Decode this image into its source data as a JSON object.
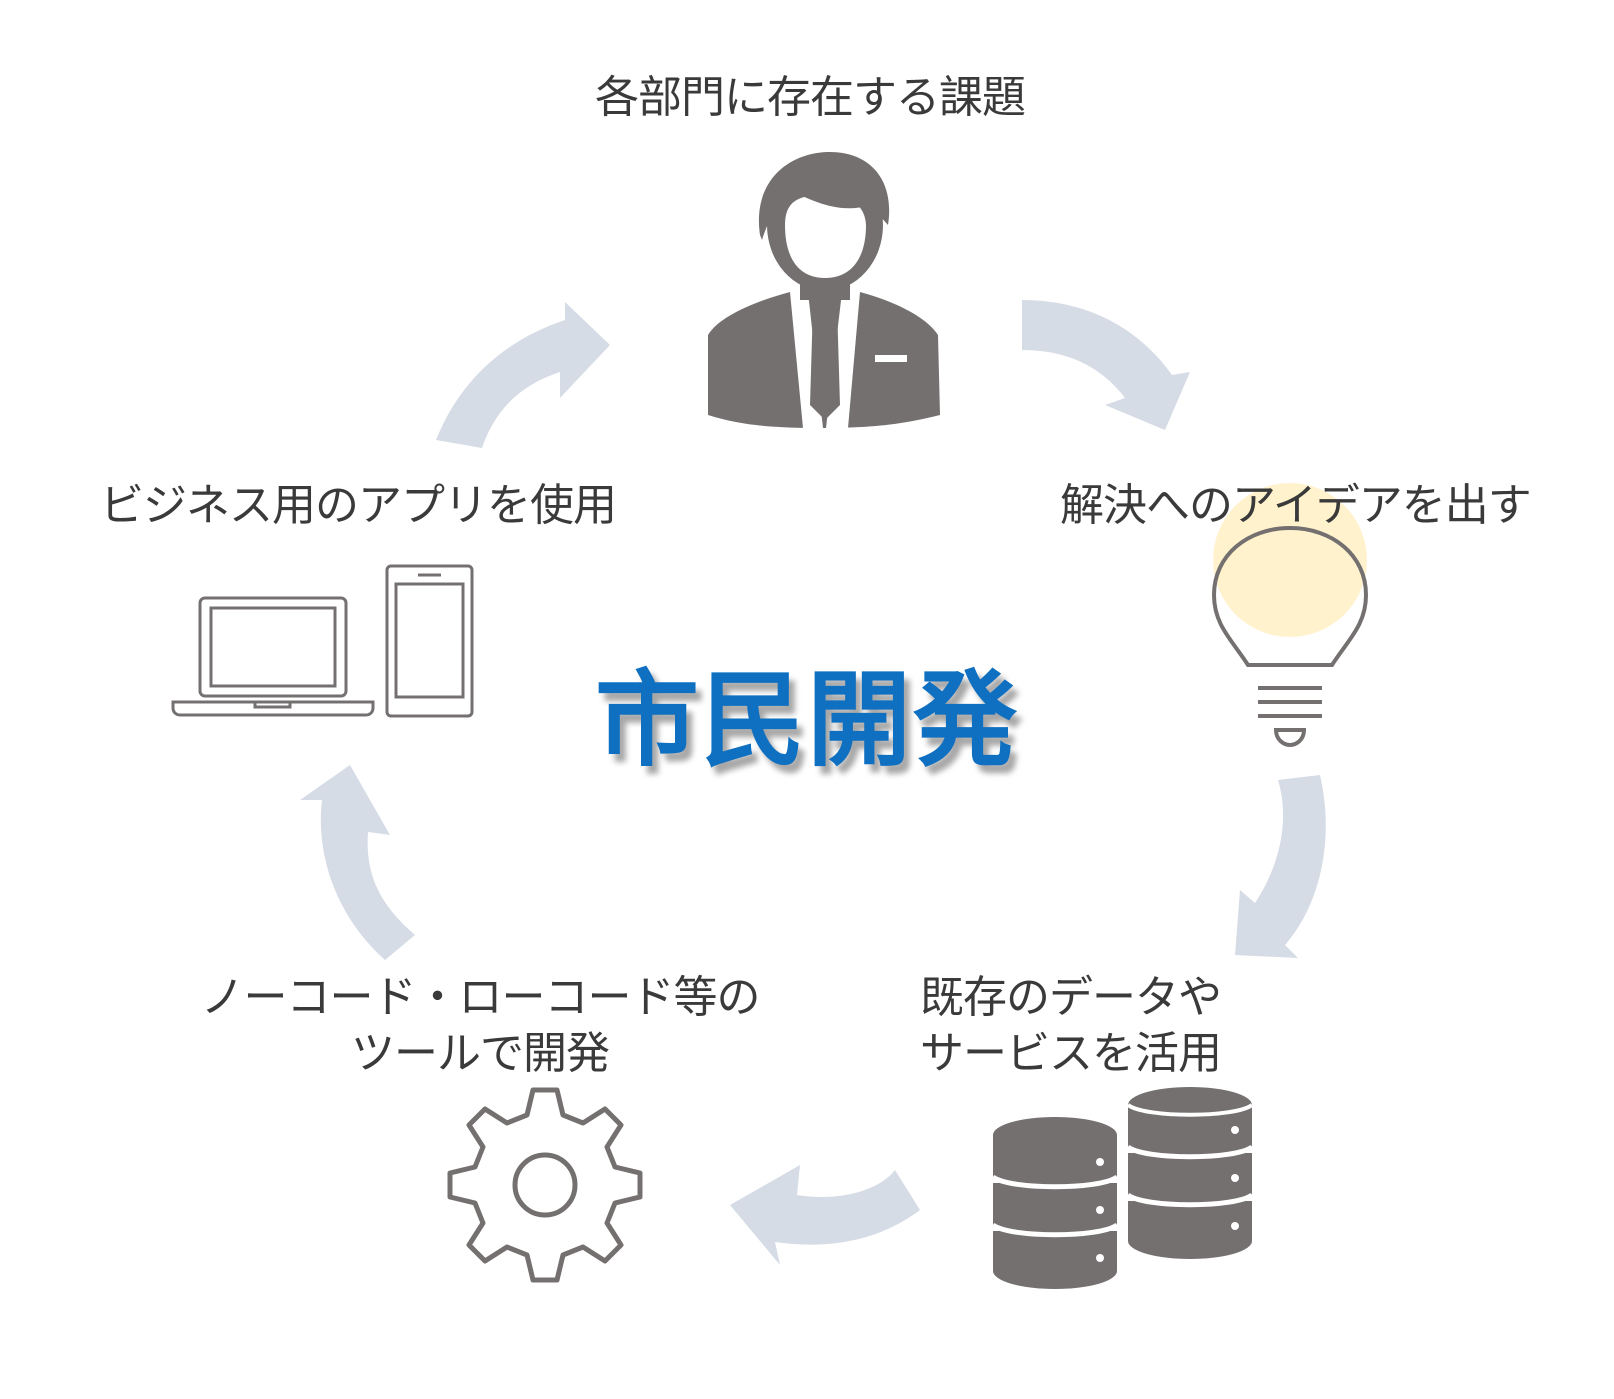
{
  "center_title": "市民開発",
  "steps": [
    {
      "id": "issues",
      "label": "各部門に存在する課題",
      "icon": "businessman-icon"
    },
    {
      "id": "ideas",
      "label": "解決へのアイデアを出す",
      "icon": "lightbulb-icon"
    },
    {
      "id": "data",
      "label_line1": "既存のデータや",
      "label_line2": "サービスを活用",
      "icon": "database-icon"
    },
    {
      "id": "develop",
      "label_line1": "ノーコード・ローコード等の",
      "label_line2": "ツールで開発",
      "icon": "gear-icon"
    },
    {
      "id": "use",
      "label": "ビジネス用のアプリを使用",
      "icon": "laptop-tablet-icon"
    }
  ],
  "colors": {
    "title": "#0f6fc0",
    "icon": "#747070",
    "arrow": "#d6dce5",
    "bulb_glow": "#fff2cc",
    "text": "#3a3a3a"
  }
}
